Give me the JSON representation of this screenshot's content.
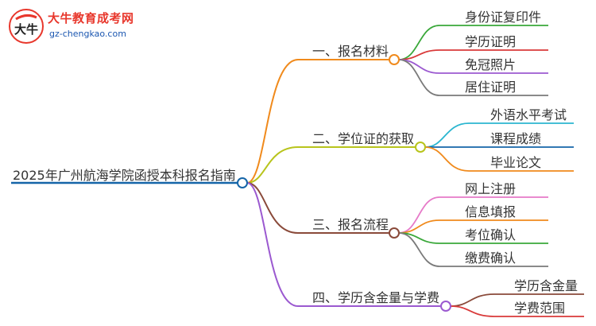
{
  "logo": {
    "title": "大牛教育成考网",
    "url": "gz-chengkao.com",
    "mark_text": "大牛"
  },
  "mindmap": {
    "root": "2025年广州航海学院函授本科报名指南",
    "root_color": "#1565a8",
    "branches": [
      {
        "label": "一、报名材料",
        "color": "#f08a1c",
        "children": [
          {
            "label": "身份证复印件",
            "color": "#3aa83a"
          },
          {
            "label": "学历证明",
            "color": "#d93a3a"
          },
          {
            "label": "免冠照片",
            "color": "#9b59d0"
          },
          {
            "label": "居住证明",
            "color": "#7a7a7a"
          }
        ]
      },
      {
        "label": "二、学位证的获取",
        "color": "#b8c41c",
        "children": [
          {
            "label": "外语水平考试",
            "color": "#2bb6d0"
          },
          {
            "label": "课程成绩",
            "color": "#1565a8"
          },
          {
            "label": "毕业论文",
            "color": "#f08a1c"
          }
        ]
      },
      {
        "label": "三、报名流程",
        "color": "#8a4a3a",
        "children": [
          {
            "label": "网上注册",
            "color": "#e67ac8"
          },
          {
            "label": "信息填报",
            "color": "#f08a1c"
          },
          {
            "label": "考位确认",
            "color": "#3aa83a"
          },
          {
            "label": "缴费确认",
            "color": "#7a7a7a"
          }
        ]
      },
      {
        "label": "四、学历含金量与学费",
        "color": "#9b59d0",
        "children": [
          {
            "label": "学历含金量",
            "color": "#8a4a3a"
          },
          {
            "label": "学费范围",
            "color": "#d93a3a"
          }
        ]
      }
    ]
  }
}
